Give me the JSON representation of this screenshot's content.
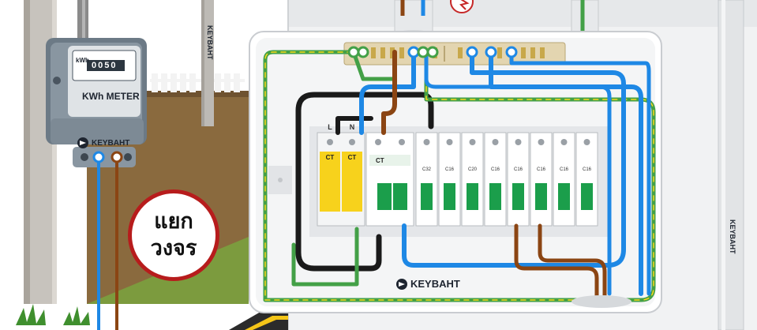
{
  "brand": {
    "name": "KEYBAHT",
    "pole_logo": "KEYBAHT",
    "meter_logo": "KEYBAHT",
    "panel_logo": "KEYBAHT",
    "wall_logo": "KEYBAHT"
  },
  "meter": {
    "title": "KWh METER",
    "unit": "kWh",
    "reading": "0050"
  },
  "badge": {
    "line1": "แยก",
    "line2": "วงจร",
    "border_color": "#b71c1c"
  },
  "spd": {
    "brand": "CT",
    "terminal_left": "L",
    "terminal_right": "N"
  },
  "main_breaker": {
    "brand": "CT"
  },
  "branch_breakers": {
    "count": 8,
    "ratings": [
      "C32",
      "C16",
      "C20",
      "C16",
      "C16",
      "C16",
      "C16",
      "C16"
    ]
  },
  "colors": {
    "live_wire": "#8b4513",
    "neutral_wire": "#1e88e5",
    "ground_wire": "#43a047",
    "ground_stripe": "#f9d71c",
    "breaker_handle": "#1b9e4b",
    "spd_body": "#f7d21c",
    "panel_body": "#ffffff",
    "fence": "#8a6a3e"
  },
  "icons": [
    "keybaht-logo",
    "lightning-icon"
  ]
}
